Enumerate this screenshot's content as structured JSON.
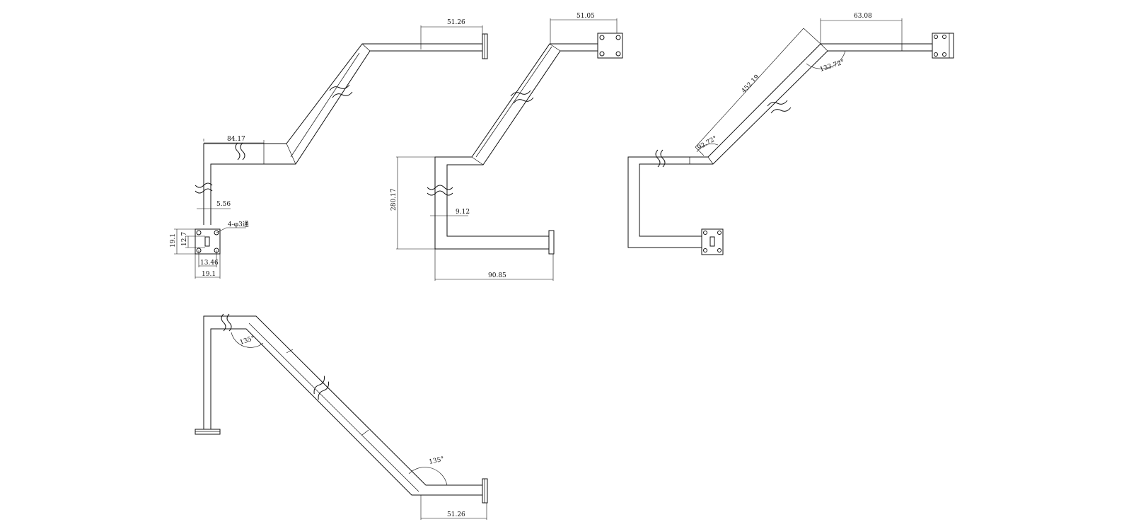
{
  "drawing": {
    "views": [
      {
        "id": "view-1",
        "dimensions": [
          "51.26",
          "84.17",
          "5.56",
          "4-φ3通",
          "12.7",
          "19.1",
          "13.46",
          "19.1"
        ]
      },
      {
        "id": "view-2",
        "dimensions": [
          "51.05",
          "280.17",
          "9.12",
          "90.85"
        ]
      },
      {
        "id": "view-3",
        "dimensions": [
          "63.08",
          "452.19",
          "133.72°",
          "92.72°"
        ]
      },
      {
        "id": "view-4",
        "dimensions": [
          "135°",
          "135°",
          "51.26"
        ]
      }
    ]
  }
}
